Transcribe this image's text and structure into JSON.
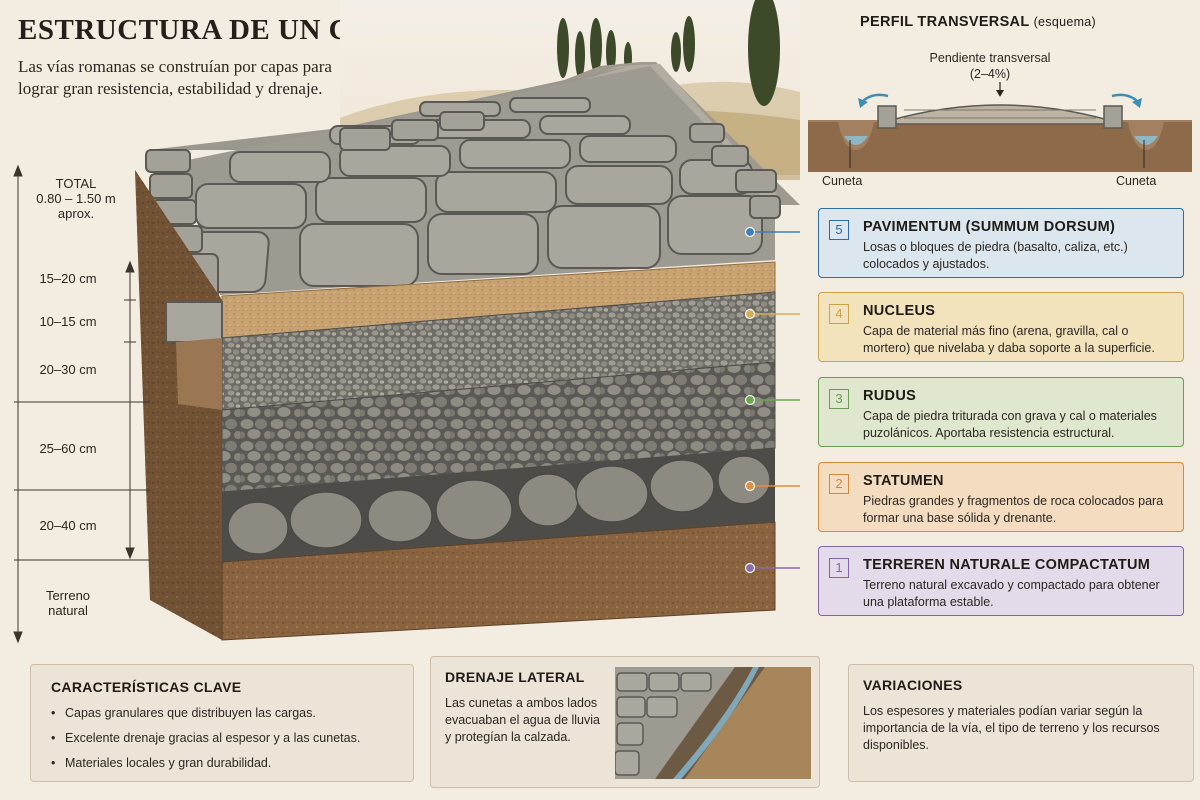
{
  "title": "ESTRUCTURA DE UN CAMINO ROMANO",
  "intro": "Las vías romanas se construían por capas para lograr gran resistencia, estabilidad y drenaje.",
  "dimensions": {
    "total_label": "TOTAL",
    "total_value": "0.80 – 1.50 m",
    "total_note": "aprox.",
    "layer5": "15–20 cm",
    "layer4": "10–15 cm",
    "layer3": "20–30 cm",
    "layer2": "25–60 cm",
    "layer1": "20–40 cm",
    "ground_line1": "Terreno",
    "ground_line2": "natural"
  },
  "profile": {
    "title": "PERFIL TRANSVERSAL",
    "title_note": "(esquema)",
    "slope_label": "Pendiente transversal",
    "slope_value": "(2–4%)",
    "ditch_left": "Cuneta",
    "ditch_right": "Cuneta"
  },
  "layers": [
    {
      "number": "5",
      "name": "PAVIMENTUM (SUMMUM DORSUM)",
      "description": "Losas o bloques de piedra (basalto, caliza, etc.) colocados y ajustados.",
      "color": "#2e6da4",
      "bg": "#dbe6ef",
      "dot": "#3f7fb8"
    },
    {
      "number": "4",
      "name": "NUCLEUS",
      "description": "Capa de material más fino (arena, gravilla, cal o mortero) que nivelaba y daba soporte a la superficie.",
      "color": "#c9a24a",
      "bg": "#f3e3bd",
      "dot": "#d7ad52"
    },
    {
      "number": "3",
      "name": "RUDUS",
      "description": "Capa de piedra triturada con grava y cal o materiales puzolánicos. Aportaba resistencia estructural.",
      "color": "#6a9c54",
      "bg": "#dfe8cf",
      "dot": "#6aa84f"
    },
    {
      "number": "2",
      "name": "STATUMEN",
      "description": "Piedras grandes y fragmentos de roca colocados para formar una base sólida y drenante.",
      "color": "#d08a3c",
      "bg": "#f4dcc0",
      "dot": "#e0903d"
    },
    {
      "number": "1",
      "name": "TERREREN NATURALE COMPACTATUM",
      "description": "Terreno natural excavado y compactado para obtener una plataforma estable.",
      "color": "#8464a2",
      "bg": "#e4dbea",
      "dot": "#8c6aa8"
    }
  ],
  "features": {
    "title": "CARACTERÍSTICAS CLAVE",
    "items": [
      "Capas granulares que distribuyen las cargas.",
      "Excelente drenaje gracias al espesor y a las cunetas.",
      "Materiales locales y gran durabilidad."
    ]
  },
  "drainage": {
    "title": "DRENAJE LATERAL",
    "text": "Las cunetas a ambos lados evacuaban el agua de lluvia y protegían la calzada."
  },
  "variations": {
    "title": "VARIACIONES",
    "text": "Los espesores y materiales podían variar según la importancia de la vía, el tipo de terreno y los recursos disponibles."
  }
}
